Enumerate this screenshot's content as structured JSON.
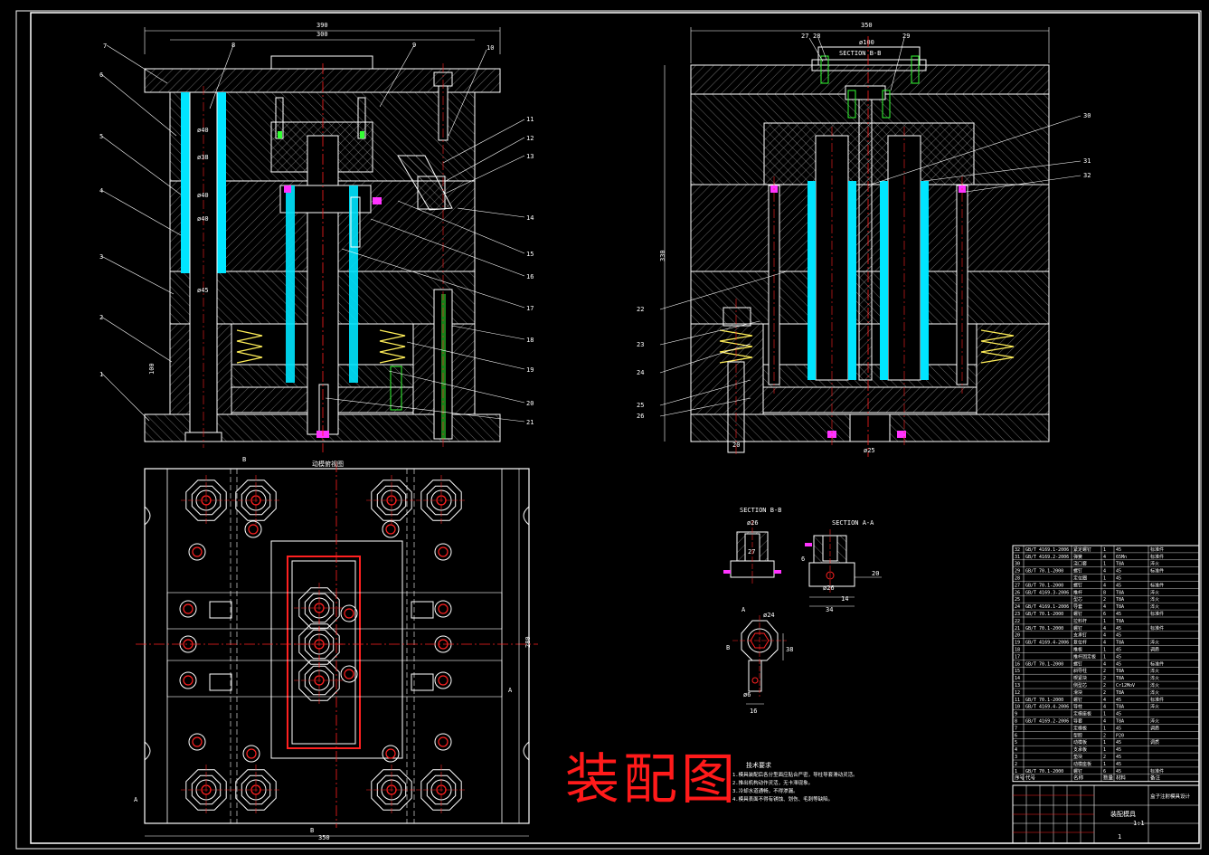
{
  "drawing": {
    "title": "装配图",
    "colors": {
      "background": "#000000",
      "line": "#ffffff",
      "center_line": "#ff2020",
      "highlight": "#00e5ff",
      "spring": "#ffee58",
      "bolt": "#33ff33",
      "accent": "#ff33ff"
    }
  },
  "front_view": {
    "dims": {
      "overall_width": "390",
      "inner_width": "300",
      "plate": "100"
    },
    "part_labels": [
      "1",
      "2",
      "3",
      "4",
      "5",
      "6",
      "7",
      "8",
      "9",
      "10",
      "11",
      "12",
      "13",
      "14",
      "15",
      "16",
      "17",
      "18",
      "19",
      "20",
      "21"
    ],
    "bore_labels": [
      "ø40",
      "ø38",
      "ø40",
      "ø40",
      "ø45"
    ]
  },
  "side_view": {
    "dims": {
      "width": "350",
      "height": "330",
      "sprue": "ø100",
      "section": "SECTION B-B",
      "bottom_a": "ø25",
      "bottom_b": "20"
    },
    "part_labels": [
      "27",
      "28",
      "29",
      "30",
      "31",
      "32",
      "22",
      "23",
      "24",
      "25",
      "26"
    ]
  },
  "top_view": {
    "label": "动模俯视图",
    "section_marks": {
      "b_top": "B",
      "b_bottom": "B",
      "a_left": "A",
      "a_right": "A"
    },
    "dims": {
      "width": "350",
      "height": "280"
    }
  },
  "detail_views": {
    "section_b": "SECTION B-B",
    "section_a": "SECTION A-A",
    "dims": [
      "ø26",
      "27",
      "6",
      "ø26",
      "34",
      "20",
      "14",
      "ø24",
      "A",
      "B",
      "16",
      "38",
      "ø6"
    ]
  },
  "tech_notes": {
    "heading": "技术要求",
    "lines": [
      "1.模具装配后各分型面应贴合严密，导柱导套滑动灵活。",
      "2.推出机构动作灵活，无卡滞现象。",
      "3.冷却水道通畅，不得渗漏。",
      "4.模具表面不得有锈蚀、划伤、毛刺等缺陷。"
    ]
  },
  "bom": {
    "rows": [
      [
        "32",
        "GB/T 4169.1-2006",
        "紧定螺钉",
        "1",
        "45",
        "标准件"
      ],
      [
        "31",
        "GB/T 4169.2-2006",
        "弹簧",
        "4",
        "65Mn",
        "标准件"
      ],
      [
        "30",
        "",
        "浇口套",
        "1",
        "T8A",
        "淬火"
      ],
      [
        "29",
        "GB/T 70.1-2000",
        "螺钉",
        "4",
        "45",
        "标准件"
      ],
      [
        "28",
        "",
        "定位圈",
        "1",
        "45",
        ""
      ],
      [
        "27",
        "GB/T 70.1-2000",
        "螺钉",
        "4",
        "45",
        "标准件"
      ],
      [
        "26",
        "GB/T 4169.3-2006",
        "推杆",
        "8",
        "T8A",
        "淬火"
      ],
      [
        "25",
        "",
        "型芯",
        "2",
        "T8A",
        "淬火"
      ],
      [
        "24",
        "GB/T 4169.1-2006",
        "导套",
        "4",
        "T8A",
        "淬火"
      ],
      [
        "23",
        "GB/T 70.1-2000",
        "螺钉",
        "6",
        "45",
        "标准件"
      ],
      [
        "22",
        "",
        "拉料杆",
        "1",
        "T8A",
        ""
      ],
      [
        "21",
        "GB/T 70.1-2000",
        "螺钉",
        "4",
        "45",
        "标准件"
      ],
      [
        "20",
        "",
        "支承钉",
        "4",
        "45",
        ""
      ],
      [
        "19",
        "GB/T 4169.4-2006",
        "复位杆",
        "4",
        "T8A",
        "淬火"
      ],
      [
        "18",
        "",
        "推板",
        "1",
        "45",
        "调质"
      ],
      [
        "17",
        "",
        "推杆固定板",
        "1",
        "45",
        ""
      ],
      [
        "16",
        "GB/T 70.1-2000",
        "螺钉",
        "4",
        "45",
        "标准件"
      ],
      [
        "15",
        "",
        "斜导柱",
        "2",
        "T8A",
        "淬火"
      ],
      [
        "14",
        "",
        "楔紧块",
        "2",
        "T8A",
        "淬火"
      ],
      [
        "13",
        "",
        "侧型芯",
        "2",
        "Cr12MoV",
        "淬火"
      ],
      [
        "12",
        "",
        "滑块",
        "2",
        "T8A",
        "淬火"
      ],
      [
        "11",
        "GB/T 70.1-2000",
        "螺钉",
        "4",
        "45",
        "标准件"
      ],
      [
        "10",
        "GB/T 4169.4-2006",
        "导柱",
        "4",
        "T8A",
        "淬火"
      ],
      [
        "9",
        "",
        "定模座板",
        "1",
        "45",
        ""
      ],
      [
        "8",
        "GB/T 4169.2-2006",
        "导套",
        "4",
        "T8A",
        "淬火"
      ],
      [
        "7",
        "",
        "定模板",
        "1",
        "45",
        "调质"
      ],
      [
        "6",
        "",
        "型腔",
        "2",
        "P20",
        ""
      ],
      [
        "5",
        "",
        "动模板",
        "1",
        "45",
        "调质"
      ],
      [
        "4",
        "",
        "支承板",
        "1",
        "45",
        ""
      ],
      [
        "3",
        "",
        "垫块",
        "2",
        "45",
        ""
      ],
      [
        "2",
        "",
        "动模座板",
        "1",
        "45",
        ""
      ],
      [
        "1",
        "GB/T 70.1-2000",
        "螺钉",
        "6",
        "45",
        "标准件"
      ]
    ],
    "header": [
      "序号",
      "代号",
      "名称",
      "数量",
      "材料",
      "备注"
    ]
  },
  "title_block": {
    "name": "装配模具",
    "product": "盒子注射模具设计",
    "scale": "1:1",
    "sheet": "1"
  }
}
